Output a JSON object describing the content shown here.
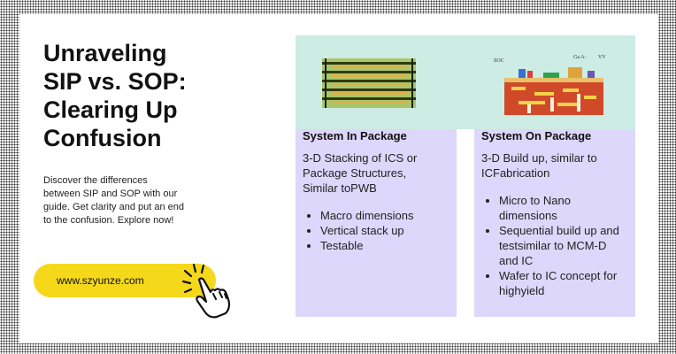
{
  "headline": "Unraveling\nSIP vs. SOP:\nClearing Up\nConfusion",
  "description": "Discover the differences\nbetween SIP and SOP with our\nguide. Get clarity and put an end\nto the confusion. Explore now!",
  "cta": {
    "label": "www.szyunze.com",
    "icon": "pointing-hand-icon"
  },
  "hero_labels": {
    "soc": "SOC",
    "ga": "Ga A-",
    "vv": "VV"
  },
  "sip": {
    "title": "System In Package",
    "lead": "3-D Stacking of ICS or\nPackage Structures,\nSimilar toPWB",
    "bullets": [
      "Macro dimensions",
      "Vertical stack up",
      "Testable"
    ]
  },
  "sop": {
    "title": "System On Package",
    "lead": "3-D Build up, similar to\nICFabrication",
    "bullets": [
      "Micro to Nano\ndimensions",
      "Sequential build up and\ntestsimilar to MCM-D\nand IC",
      "Wafer to IC concept for\nhighyield"
    ]
  },
  "colors": {
    "accent_yellow": "#f5d81a",
    "hero_mint": "#cdece3",
    "column_lavender": "#dcd7fb"
  }
}
